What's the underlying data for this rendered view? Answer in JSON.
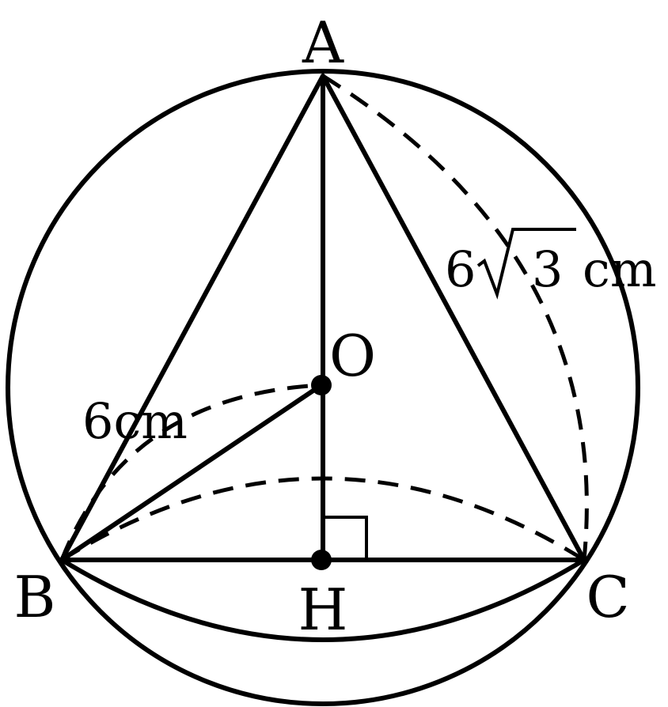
{
  "diagram": {
    "points": {
      "A": "A",
      "B": "B",
      "C": "C",
      "O": "O",
      "H": "H"
    },
    "measurements": {
      "radius_label": "6cm",
      "side_label_prefix": "6",
      "side_label_root": "3",
      "side_label_unit": "cm"
    },
    "colors": {
      "stroke": "#000000",
      "background": "#ffffff"
    }
  }
}
